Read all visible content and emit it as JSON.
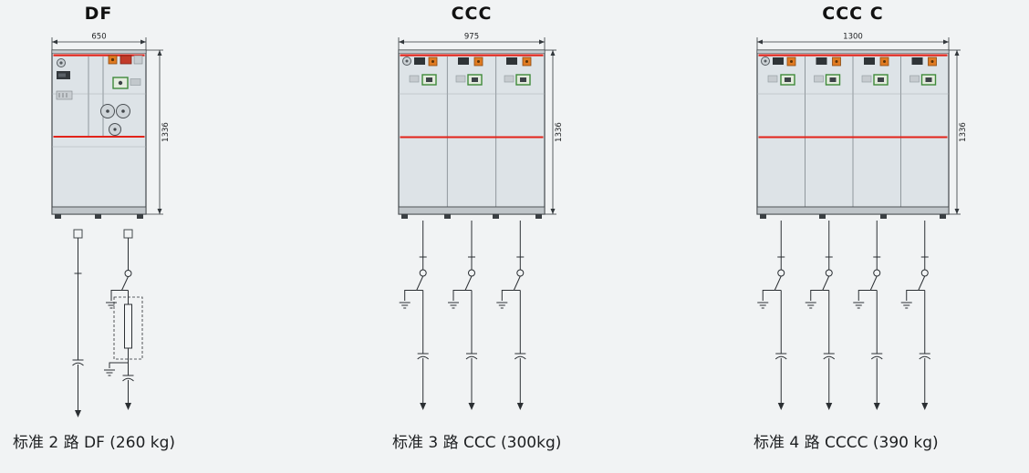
{
  "page": {
    "background": "#f1f3f4"
  },
  "colors": {
    "accent_red": "#e2231a",
    "cabinet_fill": "#dde3e7",
    "indicator_orange": "#e07b22",
    "meter_green": "#3f8a3a"
  },
  "panels": {
    "df": {
      "title": "DF",
      "width_dim": "650",
      "height_dim": "1336",
      "circuits": 2,
      "caption": "标准 2 路 DF (260 kg)"
    },
    "ccc": {
      "title": "CCC",
      "width_dim": "975",
      "height_dim": "1336",
      "circuits": 3,
      "caption": "标准 3 路 CCC (300kg)"
    },
    "cccc": {
      "title": "CCC C",
      "width_dim": "1300",
      "height_dim": "1336",
      "circuits": 4,
      "caption": "标准 4 路 CCCC (390 kg)"
    }
  }
}
